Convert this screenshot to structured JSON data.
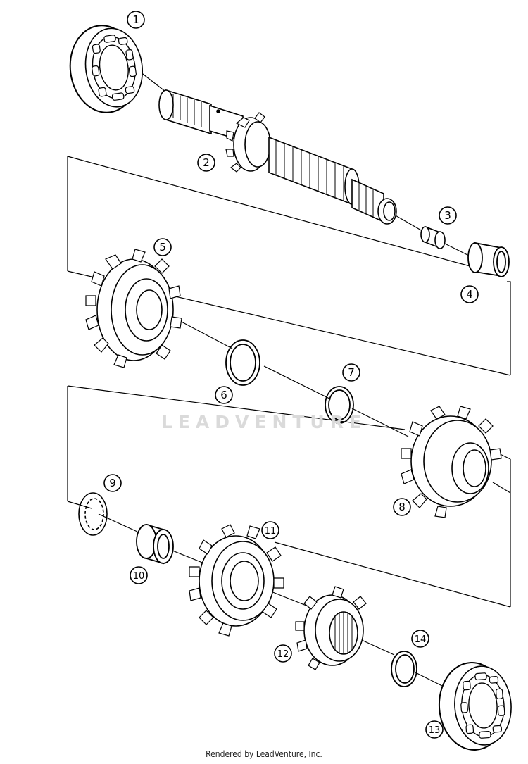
{
  "watermark": "LEADVENTURE",
  "footer": "Rendered by LeadVenture, Inc.",
  "callouts": [
    {
      "id": "1",
      "label": "1"
    },
    {
      "id": "2",
      "label": "2"
    },
    {
      "id": "3",
      "label": "3"
    },
    {
      "id": "4",
      "label": "4"
    },
    {
      "id": "5",
      "label": "5"
    },
    {
      "id": "6",
      "label": "6"
    },
    {
      "id": "7",
      "label": "7"
    },
    {
      "id": "8",
      "label": "8"
    },
    {
      "id": "9",
      "label": "9"
    },
    {
      "id": "10",
      "label": "10"
    },
    {
      "id": "11",
      "label": "11"
    },
    {
      "id": "12",
      "label": "12"
    },
    {
      "id": "13",
      "label": "13"
    },
    {
      "id": "14",
      "label": "14"
    }
  ]
}
